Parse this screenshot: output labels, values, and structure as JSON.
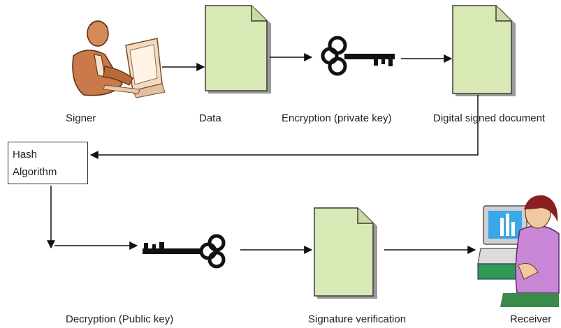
{
  "labels": {
    "signer": "Signer",
    "data": "Data",
    "encryption": "Encryption (private key)",
    "digital_signed_document": "Digital signed document",
    "hash_algorithm_line1": "Hash",
    "hash_algorithm_line2": "Algorithm",
    "decryption": "Decryption (Public  key)",
    "signature_verification": "Signature verification",
    "receiver": "Receiver"
  },
  "colors": {
    "document_fill": "#d8e9b6",
    "document_stroke": "#3a3a3a",
    "document_shadow": "#9a9a9a",
    "arrow": "#111111",
    "key": "#111111",
    "signer_skin": "#b86a3c",
    "monitor_frame": "#cfcfcf",
    "screen": "#3aa7e8",
    "receiver_shirt": "#c986d6",
    "receiver_hair": "#8a1f1f"
  },
  "icons": [
    "signer-figure-icon",
    "document-icon",
    "key-icon",
    "receiver-figure-icon"
  ]
}
